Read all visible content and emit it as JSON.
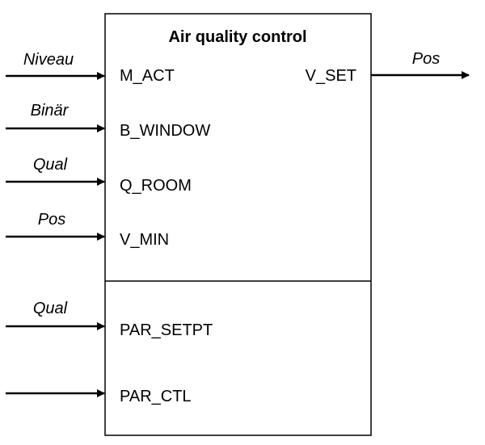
{
  "block": {
    "title": "Air quality control"
  },
  "inputs": [
    {
      "signal": "Niveau",
      "port": "M_ACT"
    },
    {
      "signal": "Binär",
      "port": "B_WINDOW"
    },
    {
      "signal": "Qual",
      "port": "Q_ROOM"
    },
    {
      "signal": "Pos",
      "port": "V_MIN"
    },
    {
      "signal": "Qual",
      "port": "PAR_SETPT"
    },
    {
      "signal": "",
      "port": "PAR_CTL"
    }
  ],
  "outputs": [
    {
      "signal": "Pos",
      "port": "V_SET"
    }
  ]
}
